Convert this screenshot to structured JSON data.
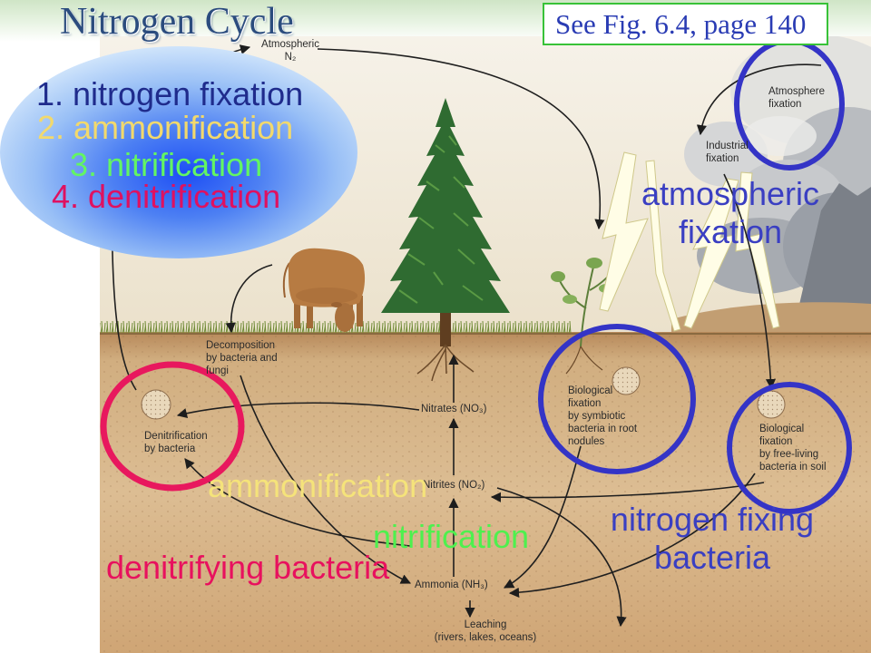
{
  "slide": {
    "title": "Nitrogen Cycle",
    "reference": "See Fig. 6.4, page 140"
  },
  "process_steps": [
    "1. nitrogen fixation",
    "2. ammonification",
    "3. nitrification",
    "4. denitrification"
  ],
  "figure_labels": {
    "atmospheric_n2": [
      "Atmospheric",
      "N₂"
    ],
    "atmosphere_fixation": [
      "Atmosphere",
      "fixation"
    ],
    "industrial_fixation": [
      "Industrial",
      "fixation"
    ],
    "decomposition": [
      "Decomposition",
      "by bacteria and",
      "fungi"
    ],
    "denitrification": [
      "Denitrification",
      "by bacteria"
    ],
    "nitrates": "Nitrates (NO₃)",
    "symbiotic_fixation": [
      "Biological",
      "fixation",
      "by symbiotic",
      "bacteria in root",
      "nodules"
    ],
    "free_living_fixation": [
      "Biological",
      "fixation",
      "by free-living",
      "bacteria in soil"
    ],
    "nitrites": "Nitrites (NO₂)",
    "ammonia": "Ammonia (NH₃)",
    "leaching": [
      "Leaching",
      "(rivers, lakes, oceans)"
    ]
  },
  "annotations": {
    "atmospheric_fixation": [
      "atmospheric",
      "fixation"
    ],
    "ammonification": "ammonification",
    "nitrification": "nitrification",
    "denitrifying_bacteria": "denitrifying bacteria",
    "nitrogen_fixing_bacteria": [
      "nitrogen fixing",
      "bacteria"
    ]
  },
  "colors": {
    "title": "#2b4c7e",
    "reference_text": "#2a3cb4",
    "reference_border": "#38c238",
    "steps": [
      "#1f2b8c",
      "#f2d96c",
      "#63f563",
      "#df1160"
    ],
    "fixation_annotation": "#3a3fc2",
    "ammonification_annotation": "#f5e37a",
    "nitrification_annotation": "#4ef04e",
    "denitrification_annotation": "#e8115e",
    "fixation_circle": "#3434c6",
    "denitrification_circle": "#e8185e"
  },
  "illustrations": [
    "conifer-tree",
    "grazing-cow",
    "lightning-bolt-icon",
    "storm-cloud",
    "bacteria-inset",
    "cycle-arrow"
  ]
}
